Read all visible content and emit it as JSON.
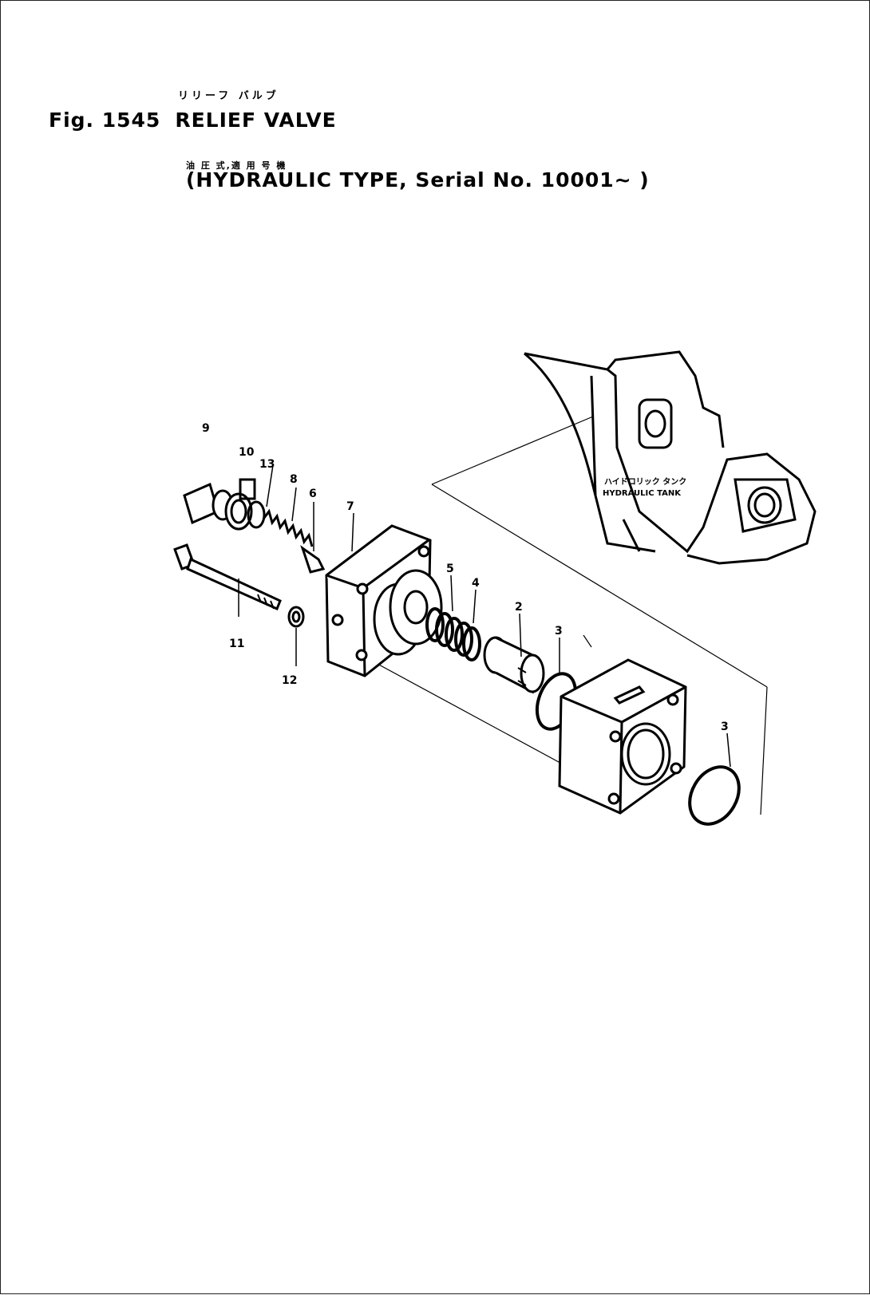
{
  "header": {
    "figure_number": "Fig. 1545",
    "title_en": "RELIEF VALVE",
    "title_jp_reading": "リリーフ バルブ",
    "subtitle_jp": "油 圧 式,適 用 号 機",
    "subtitle": "(HYDRAULIC TYPE, Serial No. 10001~ )"
  },
  "tank_label": {
    "jp": "ハイドロリック タンク",
    "en": "HYDRAULIC TANK"
  },
  "callouts": [
    "9",
    "10",
    "13",
    "8",
    "6",
    "7",
    "11",
    "12",
    "5",
    "4",
    "2",
    "3",
    "3"
  ]
}
